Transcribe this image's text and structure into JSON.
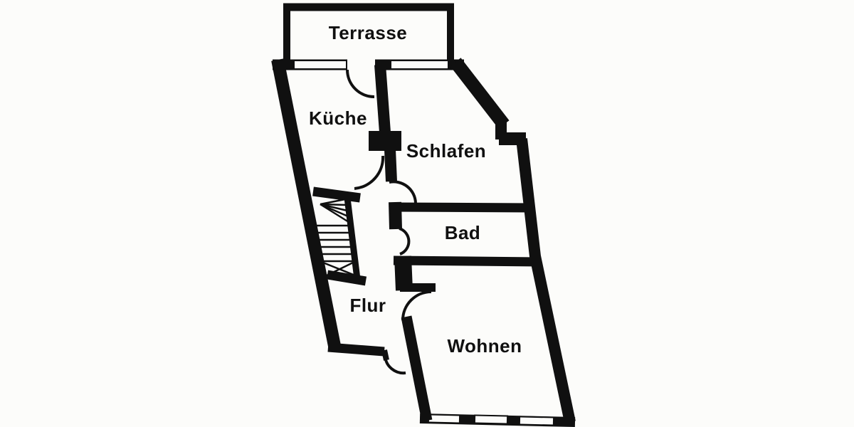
{
  "floor_plan": {
    "rooms": [
      {
        "id": "terrasse",
        "label": "Terrasse"
      },
      {
        "id": "kueche",
        "label": "Küche"
      },
      {
        "id": "schlafen",
        "label": "Schlafen"
      },
      {
        "id": "bad",
        "label": "Bad"
      },
      {
        "id": "flur",
        "label": "Flur"
      },
      {
        "id": "wohnen",
        "label": "Wohnen"
      }
    ],
    "features": {
      "icons": [
        "staircase-icon",
        "door-swing-icon",
        "window-icon",
        "chimney-icon"
      ]
    },
    "colors": {
      "background": "#fcfcfa",
      "walls": "#101010",
      "text": "#101010"
    }
  }
}
